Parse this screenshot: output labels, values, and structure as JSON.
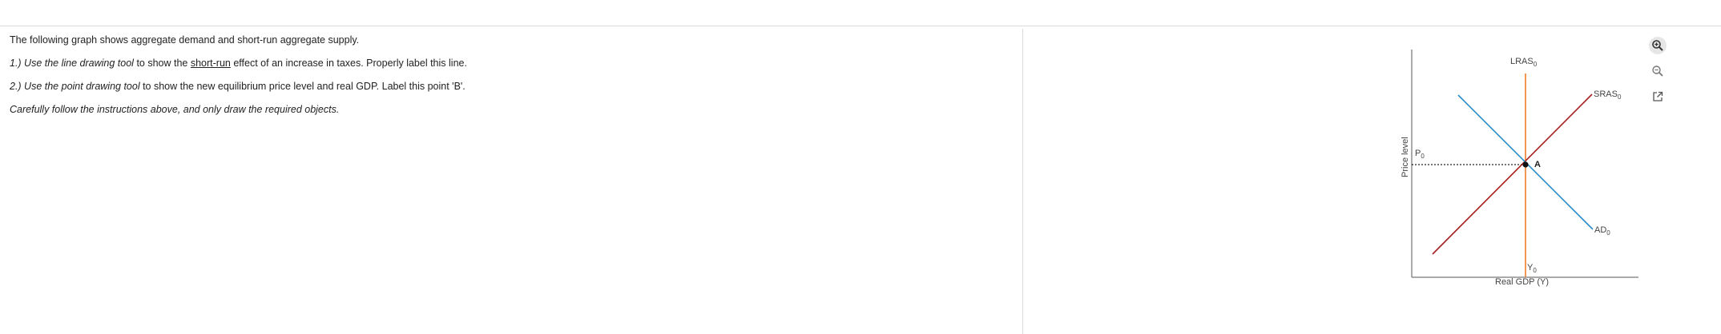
{
  "instructions": {
    "line0": "The following graph shows aggregate demand and short-run aggregate supply.",
    "line1_num": "1.) Use the ",
    "line1_tool": "line drawing tool",
    "line1_mid": " to show the ",
    "line1_link": "short-run",
    "line1_end": " effect of an increase in taxes. Properly label this line.",
    "line2_num": "2.) Use the ",
    "line2_tool": "point drawing tool",
    "line2_end": " to show the new equilibrium price level and real GDP. Label this point 'B'.",
    "line3": "Carefully follow the instructions above, and only draw the required objects."
  },
  "graph": {
    "y_axis_label": "Price level",
    "x_axis_label": "Real GDP (Y)",
    "lras": {
      "label": "LRAS",
      "sub": "0",
      "color": "#f07d2a"
    },
    "sras": {
      "label": "SRAS",
      "sub": "0",
      "color": "#a61e1e"
    },
    "ad": {
      "label": "AD",
      "sub": "0",
      "color": "#2b8ccc"
    },
    "price": {
      "label": "P",
      "sub": "0"
    },
    "output": {
      "label": "Y",
      "sub": "0"
    },
    "point": {
      "label": "A"
    }
  },
  "tools": {
    "zoom_in": "zoom-in-icon",
    "zoom_out": "zoom-out-icon",
    "popout": "external-link-icon"
  }
}
